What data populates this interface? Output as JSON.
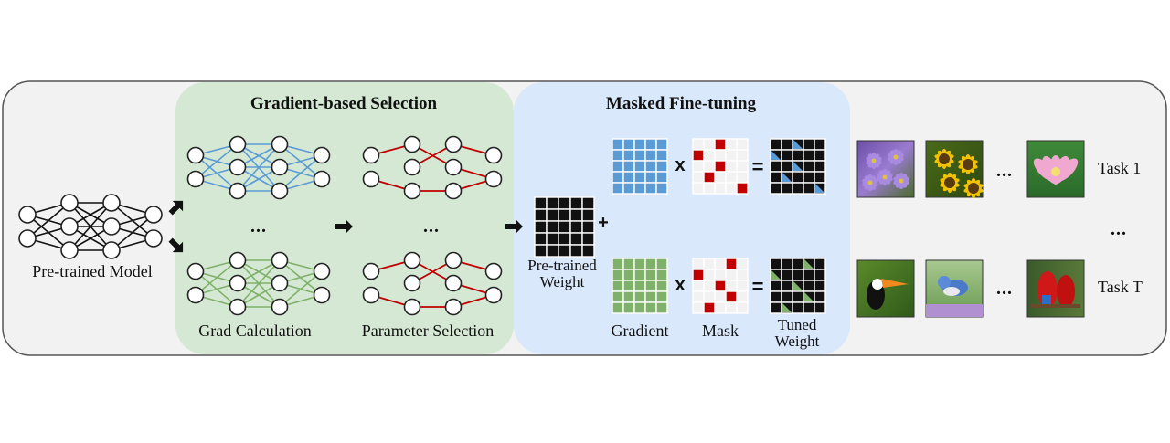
{
  "labels": {
    "pretrained_model": "Pre-trained Model",
    "gradient_based_selection": "Gradient-based Selection",
    "grad_calculation": "Grad Calculation",
    "parameter_selection": "Parameter Selection",
    "masked_fine_tuning": "Masked Fine-tuning",
    "pretrained_weight": "Pre-trained\nWeight",
    "gradient": "Gradient",
    "mask": "Mask",
    "tuned_weight": "Tuned\nWeight",
    "task_1": "Task 1",
    "task_t": "Task T",
    "ellipsis": "...",
    "plus": "+",
    "times": "x",
    "equals": "="
  },
  "images": {
    "task_1": [
      "purple-crocus-flowers",
      "sunflowers",
      "pink-lotus-flower"
    ],
    "task_t": [
      "toucan",
      "blue-jay",
      "scarlet-macaw"
    ]
  },
  "colors": {
    "outer_bg": "#f2f2f2",
    "selection_panel": "#d5e8d4",
    "finetune_panel": "#dae8fc",
    "gradient_blue": "#5b9bd5",
    "gradient_green": "#7fb16a",
    "mask_red": "#c00000",
    "edge_red": "#c00000",
    "node_edge": "#222222"
  }
}
